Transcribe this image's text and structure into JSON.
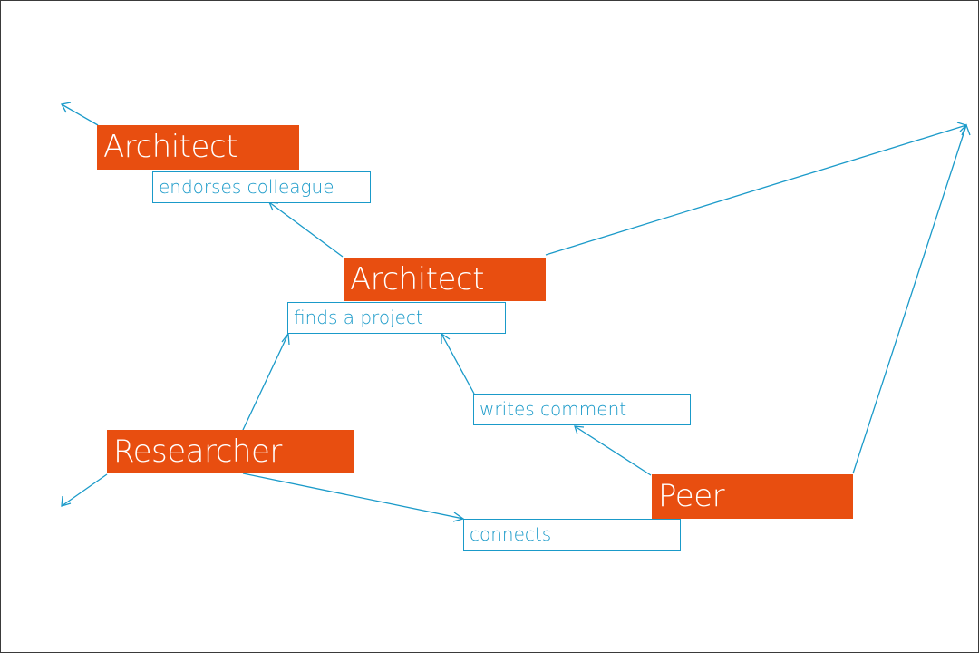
{
  "diagram": {
    "nodes": {
      "architect_top": "Architect",
      "architect_center": "Architect",
      "researcher": "Researcher",
      "peer": "Peer"
    },
    "relations": {
      "endorses": "endorses colleague",
      "finds": "finds a project",
      "writes": "writes comment",
      "connects": "connects"
    }
  },
  "colors": {
    "node_fill": "#e84e10",
    "edge_stroke": "#1a9ac9",
    "background": "#ffffff"
  }
}
